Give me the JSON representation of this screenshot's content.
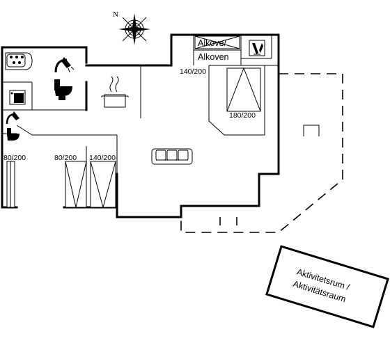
{
  "compass": {
    "north_label": "N"
  },
  "rooms": {
    "alcove_line1": "Alkove/",
    "alcove_line2": "Alkoven",
    "activity_line1": "Aktivitetsrum /",
    "activity_line2": "Aktivitätsraum"
  },
  "beds": {
    "alcove": "140/200",
    "master": "180/200",
    "west": "80/200",
    "bunk_a": "80/200",
    "bunk_b": "140/200"
  },
  "icons": [
    "compass-rose-icon",
    "hot-tub-icon",
    "shower-icon",
    "toilet-icon",
    "washing-machine-icon",
    "cooking-pot-icon",
    "sofa-icon",
    "wine-icon"
  ]
}
